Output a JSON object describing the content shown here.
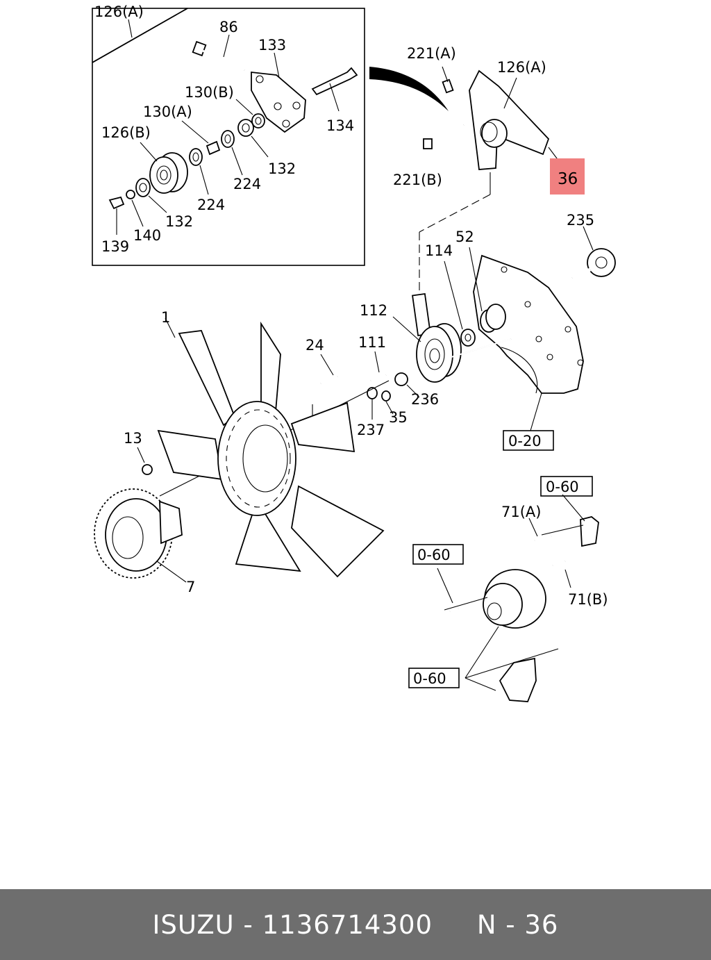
{
  "diagram": {
    "labels": {
      "inset_126a": "126(A)",
      "l86": "86",
      "l133": "133",
      "l130b": "130(B)",
      "l130a": "130(A)",
      "l126b": "126(B)",
      "l134": "134",
      "l132a": "132",
      "l224a": "224",
      "l224b": "224",
      "l132b": "132",
      "l139": "139",
      "l140": "140",
      "l221a": "221(A)",
      "l126a": "126(A)",
      "l221b": "221(B)",
      "highlight": "36",
      "l235": "235",
      "l52": "52",
      "l114": "114",
      "l112": "112",
      "l111": "111",
      "l24": "24",
      "l1": "1",
      "l236": "236",
      "l35": "35",
      "l237": "237",
      "l13": "13",
      "l7": "7",
      "ref020": "0-20",
      "ref060a": "0-60",
      "l71a": "71(A)",
      "ref060b": "0-60",
      "l71b": "71(B)",
      "ref060c": "0-60"
    },
    "highlight_color": "#f08080"
  },
  "footer": {
    "text": "ISUZU - 1136714300     N - 36",
    "background": "#6e6e6e"
  }
}
